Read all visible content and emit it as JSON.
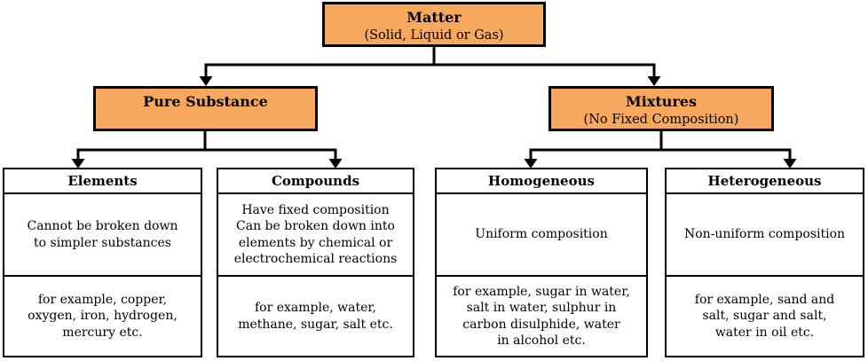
{
  "colors": {
    "branch_node_fill": "#F6A95E",
    "leaf_node_fill": "#FFFFFF",
    "border_and_text": "#000000"
  },
  "nodes": {
    "matter": {
      "title": "Matter",
      "subtitle": "(Solid, Liquid or Gas)"
    },
    "pure_substance": {
      "title": "Pure Substance",
      "subtitle": ""
    },
    "mixtures": {
      "title": "Mixtures",
      "subtitle": "(No Fixed Composition)"
    },
    "elements": {
      "title": "Elements",
      "description": [
        "Cannot be broken down",
        "to simpler substances"
      ],
      "examples": [
        "for example, copper,",
        "oxygen, iron, hydrogen,",
        "mercury etc."
      ]
    },
    "compounds": {
      "title": "Compounds",
      "description": [
        "Have fixed composition",
        "Can be broken down into",
        "elements by chemical or",
        "electrochemical reactions"
      ],
      "examples": [
        "for example, water,",
        "methane, sugar, salt etc."
      ]
    },
    "homogeneous": {
      "title": "Homogeneous",
      "description": [
        "Uniform composition"
      ],
      "examples": [
        "for example, sugar in water,",
        "salt in water, sulphur in",
        "carbon disulphide, water",
        "in alcohol etc."
      ]
    },
    "heterogeneous": {
      "title": "Heterogeneous",
      "description": [
        "Non-uniform composition"
      ],
      "examples": [
        "for example, sand and",
        "salt, sugar and salt,",
        "water in oil etc."
      ]
    }
  },
  "edges": [
    {
      "from": "matter",
      "to": "pure_substance"
    },
    {
      "from": "matter",
      "to": "mixtures"
    },
    {
      "from": "pure_substance",
      "to": "elements"
    },
    {
      "from": "pure_substance",
      "to": "compounds"
    },
    {
      "from": "mixtures",
      "to": "homogeneous"
    },
    {
      "from": "mixtures",
      "to": "heterogeneous"
    }
  ]
}
